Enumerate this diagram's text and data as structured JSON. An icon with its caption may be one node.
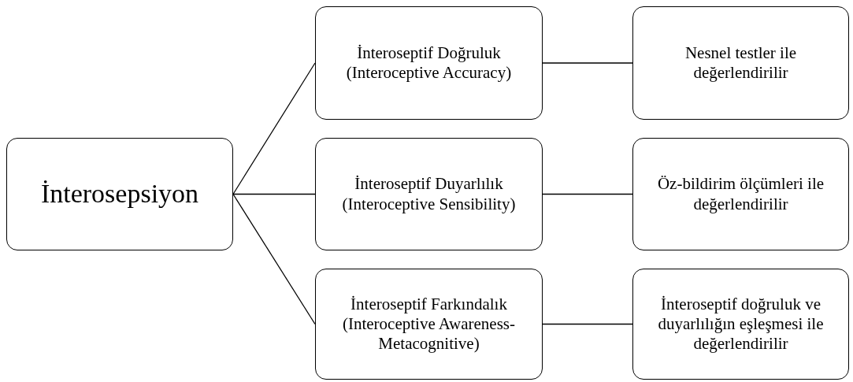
{
  "diagram": {
    "nodes": [
      {
        "text": [
          "İnterosepsiyon"
        ]
      },
      {
        "text": [
          "İnteroseptif Doğruluk (Interoceptive Accuracy)"
        ]
      },
      {
        "text": [
          "İnteroseptif Duyarlılık (Interoceptive Sensibility)"
        ]
      },
      {
        "text": [
          "İnteroseptif Farkındalık (Interoceptive Awareness-Metacognitive)"
        ]
      },
      {
        "text": [
          "Nesnel testler ile değerlendirilir"
        ]
      },
      {
        "text": [
          "Öz-bildirim ölçümleri ile değerlendirilir"
        ]
      },
      {
        "text": [
          "İnteroseptif doğruluk ve duyarlılığın eşleşmesi ile değerlendirilir"
        ]
      }
    ],
    "edges": [
      {
        "from": 0,
        "to": 1,
        "arrow": "none"
      },
      {
        "from": 0,
        "to": 2,
        "arrow": "none"
      },
      {
        "from": 0,
        "to": 3,
        "arrow": "none"
      },
      {
        "from": 1,
        "to": 4,
        "arrow": "none"
      },
      {
        "from": 2,
        "to": 5,
        "arrow": "none"
      },
      {
        "from": 3,
        "to": 6,
        "arrow": "none"
      }
    ]
  }
}
